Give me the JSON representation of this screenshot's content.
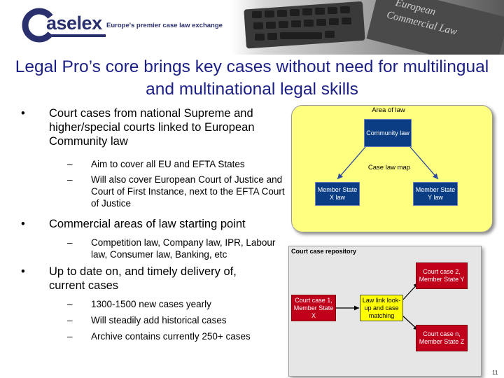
{
  "header": {
    "logo_text": "aselex",
    "tagline": "Europe's premier case law exchange"
  },
  "title": "Legal Pro’s core brings key cases without need for multilingual and multinational legal skills",
  "bullets": [
    {
      "symbol": "•",
      "text": "Court cases from national Supreme and higher/special courts linked to European Community law",
      "subs": [
        "Aim to cover all EU and EFTA States",
        "Will also cover European Court of Justice and Court of First Instance, next to the EFTA Court of Justice"
      ]
    },
    {
      "symbol": "•",
      "text": "Commercial areas of law starting point",
      "subs": [
        "Competition law, Company law, IPR, Labour law, Consumer law, Banking, etc"
      ]
    },
    {
      "symbol": "•",
      "text": "Up to date on, and timely delivery of, current cases",
      "subs": [
        "1300-1500 new cases yearly",
        "Will steadily add historical cases",
        "Archive contains currently 250+ cases"
      ]
    }
  ],
  "sub_symbol": "–",
  "diagram": {
    "area_of_law": "Area of law",
    "community_law": "Community law",
    "case_law_map": "Case law map",
    "member_x": "Member State X law",
    "member_y": "Member State Y law",
    "repository": "Court case repository",
    "case1": "Court case 1, Member State X",
    "lookup": "Law link look-up and case matching",
    "case2": "Court case 2, Member State Y",
    "casen": "Court case n, Member State Z"
  },
  "page_number": "11",
  "colors": {
    "title": "#1b1f85",
    "logo": "#2a2f6d",
    "panel_top": "#ffff80",
    "panel_bottom": "#e6e6e6",
    "box_blue": "#0a3d83",
    "box_red": "#c0001a",
    "box_yellow": "#ffff00"
  }
}
